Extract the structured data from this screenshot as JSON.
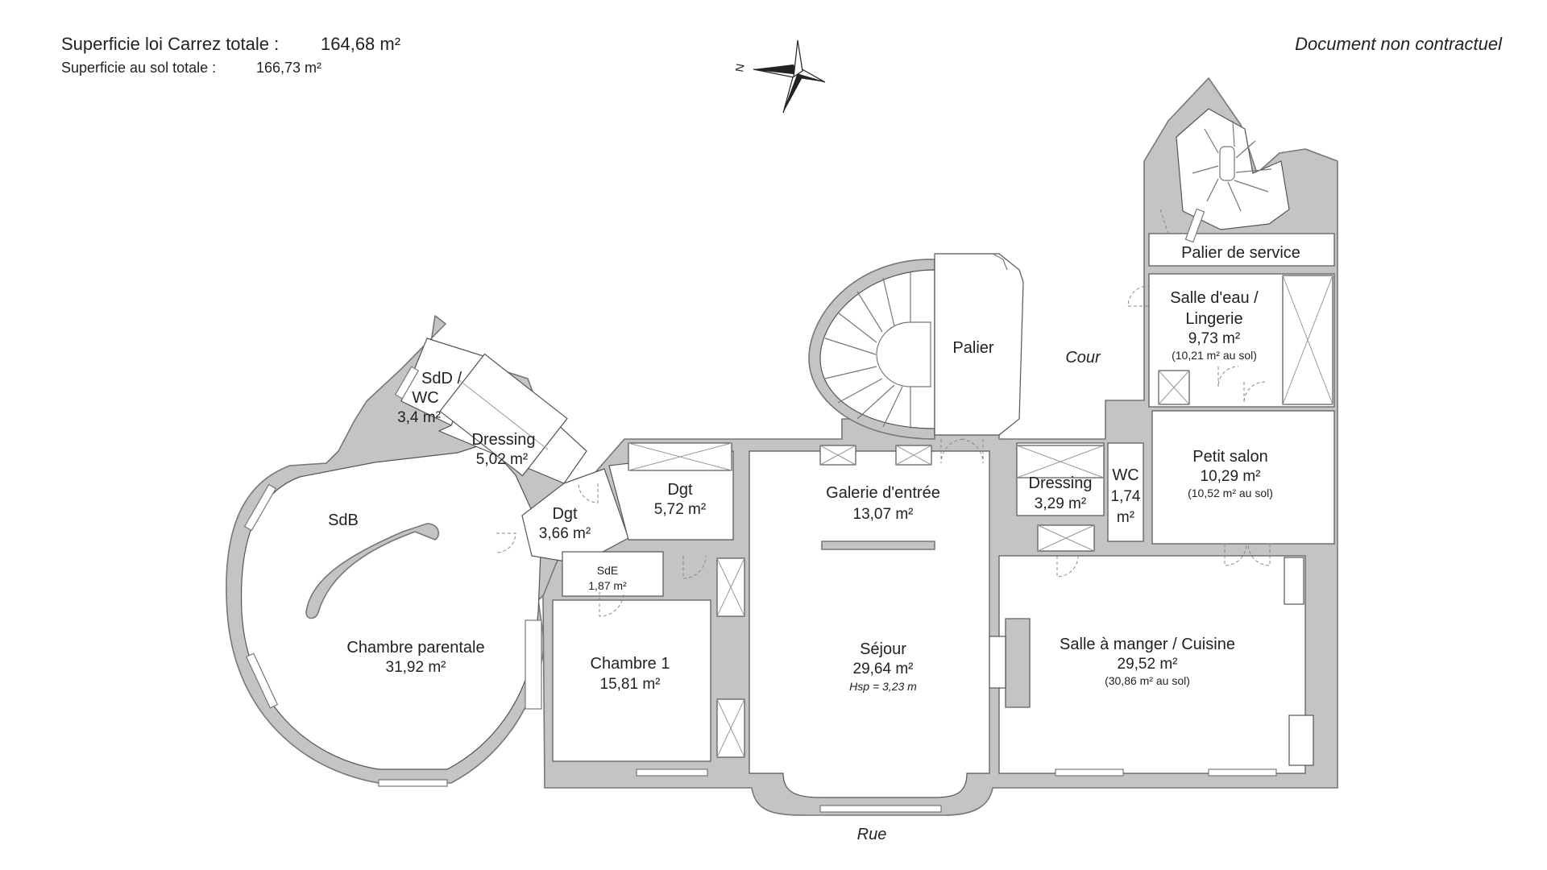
{
  "header": {
    "carrez_label": "Superficie loi Carrez totale :",
    "carrez_value": "164,68 m²",
    "sol_label": "Superficie au sol totale :",
    "sol_value": "166,73 m²",
    "disclaimer": "Document non contractuel"
  },
  "compass": {
    "north_letter": "N"
  },
  "exterior": {
    "street": "Rue",
    "courtyard": "Cour"
  },
  "rooms": {
    "sdd_wc": {
      "name1": "SdD /",
      "name2": "WC",
      "area": "3,4 m²"
    },
    "dressing_left": {
      "name": "Dressing",
      "area": "5,02 m²"
    },
    "sdb": {
      "name": "SdB"
    },
    "chambre_parentale": {
      "name": "Chambre parentale",
      "area": "31,92 m²"
    },
    "dgt_small": {
      "name": "Dgt",
      "area": "3,66 m²"
    },
    "dgt_large": {
      "name": "Dgt",
      "area": "5,72 m²"
    },
    "sde": {
      "name": "SdE",
      "area": "1,87 m²"
    },
    "chambre1": {
      "name": "Chambre 1",
      "area": "15,81 m²"
    },
    "palier": {
      "name": "Palier"
    },
    "galerie": {
      "name": "Galerie d'entrée",
      "area": "13,07 m²"
    },
    "sejour": {
      "name": "Séjour",
      "area": "29,64 m²",
      "hsp": "Hsp = 3,23 m"
    },
    "dressing_right": {
      "name": "Dressing",
      "area": "3,29 m²"
    },
    "wc": {
      "name1": "WC",
      "name2": "1,74",
      "name3": "m²"
    },
    "palier_service": {
      "name": "Palier de service"
    },
    "salle_eau": {
      "name1": "Salle d'eau /",
      "name2": "Lingerie",
      "area": "9,73 m²",
      "sol": "(10,21 m² au sol)"
    },
    "petit_salon": {
      "name": "Petit salon",
      "area": "10,29 m²",
      "sol": "(10,52 m² au sol)"
    },
    "salle_manger": {
      "name": "Salle à manger / Cuisine",
      "area": "29,52 m²",
      "sol": "(30,86 m² au sol)"
    }
  }
}
